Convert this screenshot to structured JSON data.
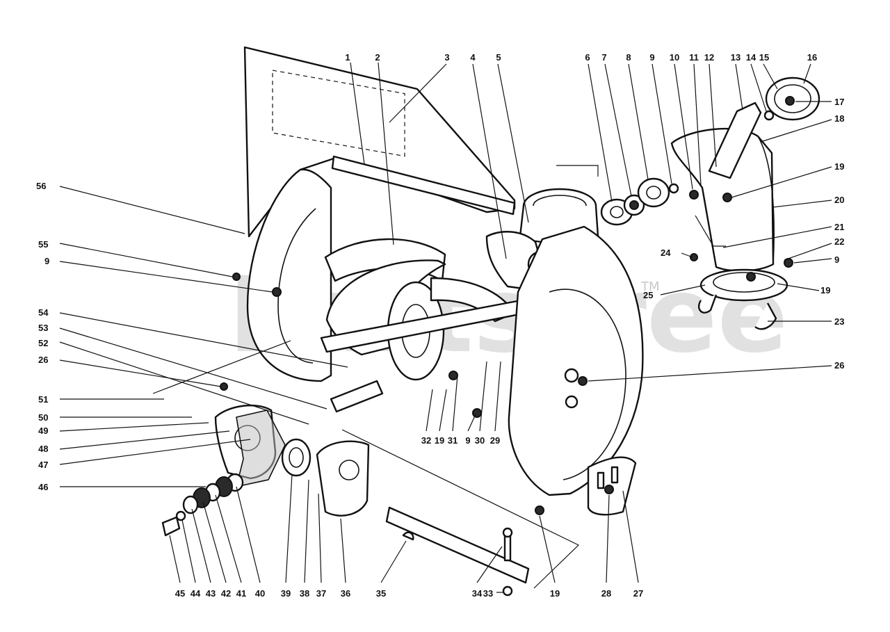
{
  "watermark": {
    "text": "PartsTree",
    "trademark": "TM"
  },
  "callouts": [
    {
      "id": "c1",
      "label": "1"
    },
    {
      "id": "c2",
      "label": "2"
    },
    {
      "id": "c3",
      "label": "3"
    },
    {
      "id": "c4",
      "label": "4"
    },
    {
      "id": "c5",
      "label": "5"
    },
    {
      "id": "c6",
      "label": "6"
    },
    {
      "id": "c7",
      "label": "7"
    },
    {
      "id": "c8",
      "label": "8"
    },
    {
      "id": "c9a",
      "label": "9"
    },
    {
      "id": "c10",
      "label": "10"
    },
    {
      "id": "c11",
      "label": "11"
    },
    {
      "id": "c12",
      "label": "12"
    },
    {
      "id": "c13",
      "label": "13"
    },
    {
      "id": "c14",
      "label": "14"
    },
    {
      "id": "c15",
      "label": "15"
    },
    {
      "id": "c16",
      "label": "16"
    },
    {
      "id": "c17",
      "label": "17"
    },
    {
      "id": "c18",
      "label": "18"
    },
    {
      "id": "c19a",
      "label": "19"
    },
    {
      "id": "c20",
      "label": "20"
    },
    {
      "id": "c21",
      "label": "21"
    },
    {
      "id": "c22",
      "label": "22"
    },
    {
      "id": "c9b",
      "label": "9"
    },
    {
      "id": "c24",
      "label": "24"
    },
    {
      "id": "c19b",
      "label": "19"
    },
    {
      "id": "c25",
      "label": "25"
    },
    {
      "id": "c23",
      "label": "23"
    },
    {
      "id": "c26a",
      "label": "26"
    },
    {
      "id": "c56",
      "label": "56"
    },
    {
      "id": "c55",
      "label": "55"
    },
    {
      "id": "c9c",
      "label": "9"
    },
    {
      "id": "c54",
      "label": "54"
    },
    {
      "id": "c53",
      "label": "53"
    },
    {
      "id": "c52",
      "label": "52"
    },
    {
      "id": "c26b",
      "label": "26"
    },
    {
      "id": "c51",
      "label": "51"
    },
    {
      "id": "c50",
      "label": "50"
    },
    {
      "id": "c49",
      "label": "49"
    },
    {
      "id": "c48",
      "label": "48"
    },
    {
      "id": "c47",
      "label": "47"
    },
    {
      "id": "c46",
      "label": "46"
    },
    {
      "id": "c32",
      "label": "32"
    },
    {
      "id": "c19c",
      "label": "19"
    },
    {
      "id": "c31",
      "label": "31"
    },
    {
      "id": "c9d",
      "label": "9"
    },
    {
      "id": "c30",
      "label": "30"
    },
    {
      "id": "c29",
      "label": "29"
    },
    {
      "id": "c45",
      "label": "45"
    },
    {
      "id": "c44",
      "label": "44"
    },
    {
      "id": "c43",
      "label": "43"
    },
    {
      "id": "c42",
      "label": "42"
    },
    {
      "id": "c41",
      "label": "41"
    },
    {
      "id": "c40",
      "label": "40"
    },
    {
      "id": "c39",
      "label": "39"
    },
    {
      "id": "c38",
      "label": "38"
    },
    {
      "id": "c37",
      "label": "37"
    },
    {
      "id": "c36",
      "label": "36"
    },
    {
      "id": "c35",
      "label": "35"
    },
    {
      "id": "c34",
      "label": "34"
    },
    {
      "id": "c33",
      "label": "33"
    },
    {
      "id": "c19d",
      "label": "19"
    },
    {
      "id": "c28",
      "label": "28"
    },
    {
      "id": "c27",
      "label": "27"
    }
  ]
}
